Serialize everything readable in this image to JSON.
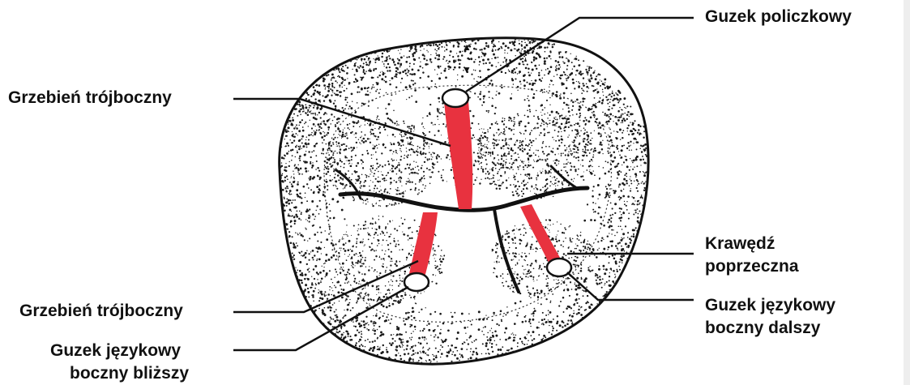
{
  "labels": {
    "buccal_cusp": "Guzek policzkowy",
    "triangular_ridge_upper": "Grzebień trójboczny",
    "transverse_ridge_line1": "Krawędź",
    "transverse_ridge_line2": "poprzeczna",
    "triangular_ridge_lower": "Grzebień trójboczny",
    "distolingual_cusp_line1": "Guzek językowy",
    "distolingual_cusp_line2": "boczny dalszy",
    "mesiolingual_cusp_line1": "Guzek językowy",
    "mesiolingual_cusp_line2": "boczny bliższy"
  },
  "colors": {
    "ridge": "#e8323f",
    "outline": "#111111",
    "stipple": "#1a1a1a",
    "background": "#ffffff"
  }
}
